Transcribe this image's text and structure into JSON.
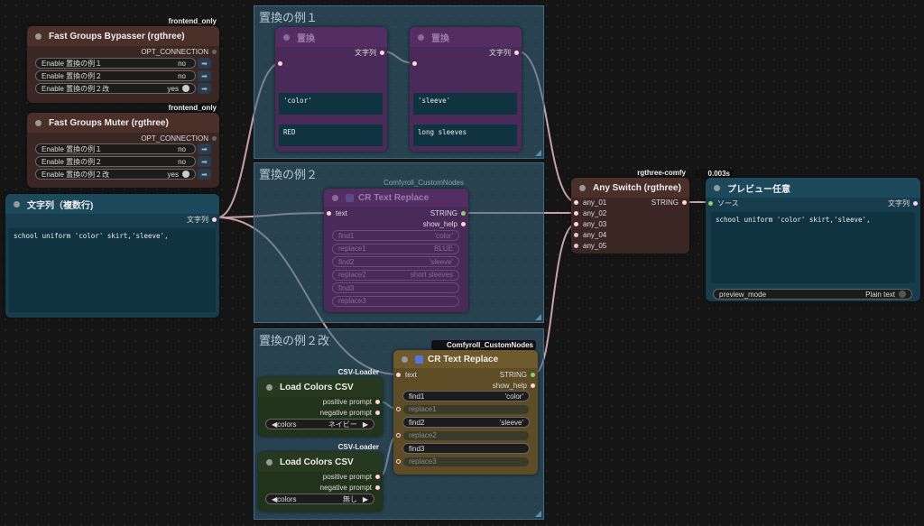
{
  "groups": {
    "g1": "置換の例１",
    "g2": "置換の例２",
    "g3": "置換の例２改"
  },
  "bypasser": {
    "badge": "frontend_only",
    "title": "Fast Groups Bypasser (rgthree)",
    "output": "OPT_CONNECTION",
    "rows": [
      {
        "label": "Enable 置換の例１",
        "value": "no"
      },
      {
        "label": "Enable 置換の例２",
        "value": "no"
      },
      {
        "label": "Enable 置換の例２改",
        "value": "yes"
      }
    ]
  },
  "muter": {
    "badge": "frontend_only",
    "title": "Fast Groups Muter (rgthree)",
    "output": "OPT_CONNECTION",
    "rows": [
      {
        "label": "Enable 置換の例１",
        "value": "no"
      },
      {
        "label": "Enable 置換の例２",
        "value": "no"
      },
      {
        "label": "Enable 置換の例２改",
        "value": "yes"
      }
    ]
  },
  "multiline": {
    "title": "文字列（複数行)",
    "output": "文字列",
    "text": "school uniform 'color' skirt,'sleeve',"
  },
  "replace1": {
    "title": "置換",
    "output": "文字列",
    "find": "'color'",
    "replace": "RED"
  },
  "replace2": {
    "title": "置換",
    "output": "文字列",
    "find": "'sleeve'",
    "replace": "long sleeves"
  },
  "crtr_bypassed": {
    "badge": "Comfyroll_CustomNodes",
    "title": "CR Text Replace",
    "input": "text",
    "out1": "STRING",
    "out2": "show_help",
    "widgets": [
      {
        "label": "find1",
        "value": "'color'"
      },
      {
        "label": "replace1",
        "value": "BLUE"
      },
      {
        "label": "find2",
        "value": "'sleeve'"
      },
      {
        "label": "replace2",
        "value": "short sleeves"
      },
      {
        "label": "find3",
        "value": ""
      },
      {
        "label": "replace3",
        "value": ""
      }
    ]
  },
  "crtr": {
    "badge": "Comfyroll_CustomNodes",
    "title": "CR Text Replace",
    "input": "text",
    "out1": "STRING",
    "out2": "show_help",
    "widgets": [
      {
        "label": "find1",
        "value": "'color'"
      },
      {
        "label": "replace1",
        "value": ""
      },
      {
        "label": "find2",
        "value": "'sleeve'"
      },
      {
        "label": "replace2",
        "value": ""
      },
      {
        "label": "find3",
        "value": ""
      },
      {
        "label": "replace3",
        "value": ""
      }
    ]
  },
  "csv1": {
    "badge": "CSV-Loader",
    "title": "Load Colors CSV",
    "out1": "positive prompt",
    "out2": "negative prompt",
    "combo_label": "colors",
    "combo_value": "ネイビー"
  },
  "csv2": {
    "badge": "CSV-Loader",
    "title": "Load Colors CSV",
    "out1": "positive prompt",
    "out2": "negative prompt",
    "combo_label": "colors",
    "combo_value": "無し"
  },
  "switch": {
    "badge": "rgthree-comfy",
    "title": "Any Switch (rgthree)",
    "output": "STRING",
    "inputs": [
      "any_01",
      "any_02",
      "any_03",
      "any_04",
      "any_05"
    ]
  },
  "preview": {
    "badge": "0.003s",
    "title": "プレビュー任意",
    "input": "ソース",
    "output": "文字列",
    "text": "school uniform 'color' skirt,'sleeve',",
    "mode_label": "preview_mode",
    "mode_value": "Plain text"
  },
  "colors": {
    "group": "#396782",
    "rgthree_node": "#4a3029",
    "string_node": "#1c4a5c",
    "replace_node": "#542e63",
    "csv_node": "#27391f",
    "cr_node": "#6e5a2c",
    "wire_string": "#e7b9c4",
    "pin_string": "#ffd5dd",
    "pin_green": "#8ad36a"
  }
}
